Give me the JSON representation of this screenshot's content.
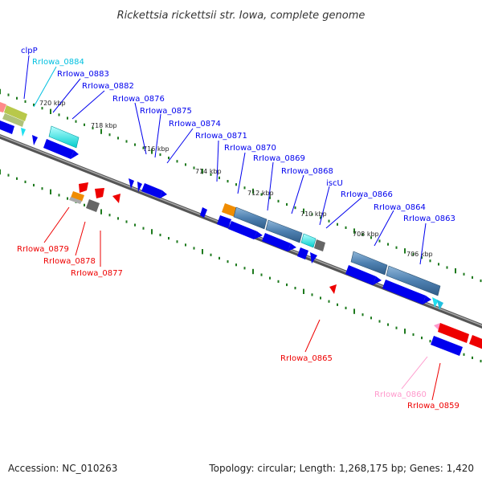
{
  "header": {
    "title": "Rickettsia rickettsii str. Iowa, complete genome"
  },
  "footer": {
    "accession": "Accession: NC_010263",
    "summary": "Topology: circular; Length: 1,268,175 bp; Genes: 1,420"
  },
  "colors": {
    "forward_gene": "#0000ee",
    "reverse_gene": "#ee0000",
    "rrna_gene": "#00d8d8",
    "pseudo_gene": "#ff99cc",
    "cds_bar": "#5b8fbf",
    "backbone": "#777777",
    "tick_dots": "#1e7a1e"
  },
  "kbp_ticks": [
    {
      "label": "720 kbp"
    },
    {
      "label": "718 kbp"
    },
    {
      "label": "716 kbp"
    },
    {
      "label": "714 kbp"
    },
    {
      "label": "712 kbp"
    },
    {
      "label": "710 kbp"
    },
    {
      "label": "708 kbp"
    },
    {
      "label": "706 kbp"
    }
  ],
  "gene_labels": [
    {
      "name": "clpP",
      "strand": "forward",
      "color": "#0000ee"
    },
    {
      "name": "RrIowa_0884",
      "strand": "forward",
      "color": "#00c0e0"
    },
    {
      "name": "RrIowa_0883",
      "strand": "forward",
      "color": "#0000ee"
    },
    {
      "name": "RrIowa_0882",
      "strand": "forward",
      "color": "#0000ee"
    },
    {
      "name": "RrIowa_0876",
      "strand": "forward",
      "color": "#0000ee"
    },
    {
      "name": "RrIowa_0875",
      "strand": "forward",
      "color": "#0000ee"
    },
    {
      "name": "RrIowa_0874",
      "strand": "forward",
      "color": "#0000ee"
    },
    {
      "name": "RrIowa_0871",
      "strand": "forward",
      "color": "#0000ee"
    },
    {
      "name": "RrIowa_0870",
      "strand": "forward",
      "color": "#0000ee"
    },
    {
      "name": "RrIowa_0869",
      "strand": "forward",
      "color": "#0000ee"
    },
    {
      "name": "RrIowa_0868",
      "strand": "forward",
      "color": "#0000ee"
    },
    {
      "name": "iscU",
      "strand": "forward",
      "color": "#0000ee"
    },
    {
      "name": "RrIowa_0866",
      "strand": "forward",
      "color": "#0000ee"
    },
    {
      "name": "RrIowa_0864",
      "strand": "forward",
      "color": "#0000ee"
    },
    {
      "name": "RrIowa_0863",
      "strand": "forward",
      "color": "#0000ee"
    },
    {
      "name": "RrIowa_0879",
      "strand": "reverse",
      "color": "#ee0000"
    },
    {
      "name": "RrIowa_0878",
      "strand": "reverse",
      "color": "#ee0000"
    },
    {
      "name": "RrIowa_0877",
      "strand": "reverse",
      "color": "#ee0000"
    },
    {
      "name": "RrIowa_0865",
      "strand": "reverse",
      "color": "#ee0000"
    },
    {
      "name": "RrIowa_0860",
      "strand": "reverse",
      "color": "#ff99cc"
    },
    {
      "name": "RrIowa_0859",
      "strand": "reverse",
      "color": "#ee0000"
    }
  ]
}
